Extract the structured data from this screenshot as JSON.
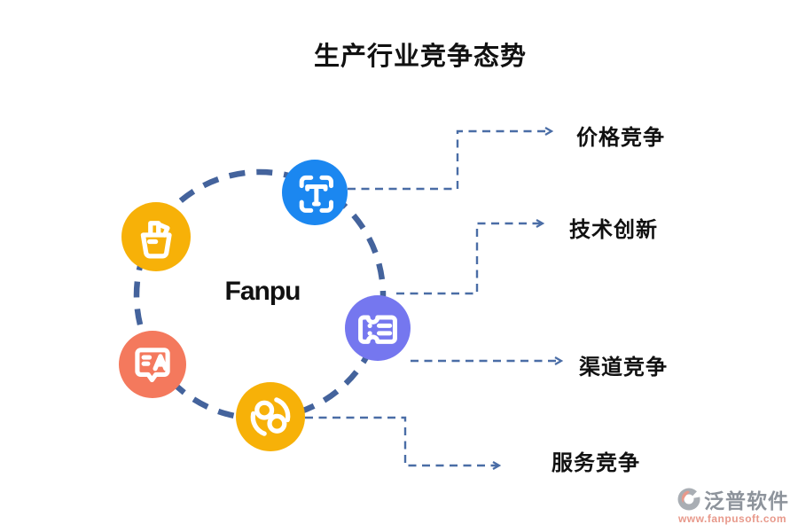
{
  "title": "生产行业竞争态势",
  "center_label": "Fanpu",
  "nodes": [
    {
      "id": "text-scan",
      "color": "#1b87f0"
    },
    {
      "id": "basket",
      "color": "#f7b108"
    },
    {
      "id": "translate-chat",
      "color": "#f4795d"
    },
    {
      "id": "ticket",
      "color": "#7577ef"
    },
    {
      "id": "sync",
      "color": "#f7b108"
    }
  ],
  "labels": {
    "price": "价格竞争",
    "tech": "技术创新",
    "channel": "渠道竞争",
    "service": "服务竞争"
  },
  "watermark": {
    "brand": "泛普软件",
    "url": "www.fanpusoft.com"
  },
  "colors": {
    "title-color": "#111111",
    "circle-color": "#44639c",
    "connector-color": "#4a6da6",
    "watermark-gray": "#8d939b",
    "watermark-salmon": "#e8998b"
  }
}
